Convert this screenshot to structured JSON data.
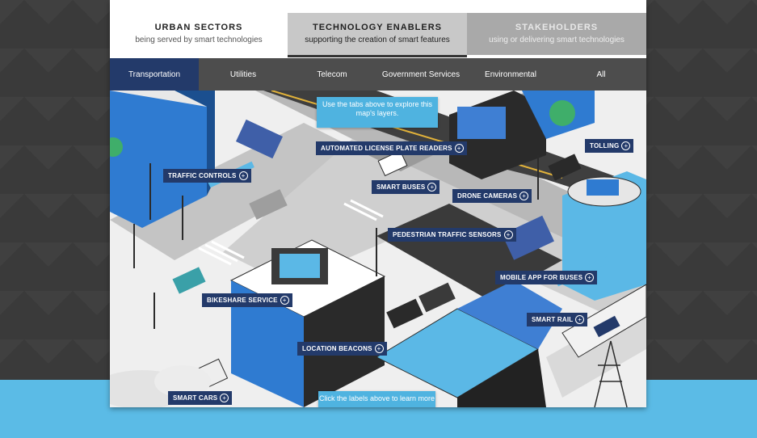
{
  "top_tabs": [
    {
      "title": "URBAN SECTORS",
      "subtitle": "being served by smart technologies"
    },
    {
      "title": "TECHNOLOGY ENABLERS",
      "subtitle": "supporting the creation of smart features"
    },
    {
      "title": "STAKEHOLDERS",
      "subtitle": "using or delivering smart technologies"
    }
  ],
  "nav_tabs": [
    {
      "label": "Transportation"
    },
    {
      "label": "Utilities"
    },
    {
      "label": "Telecom"
    },
    {
      "label": "Government Services"
    },
    {
      "label": "Environmental"
    },
    {
      "label": "All"
    }
  ],
  "active_nav": "Transportation",
  "tips": {
    "top": "Use the tabs above to explore this map's layers.",
    "bottom": "Click the labels above to learn more"
  },
  "labels": {
    "alpr": "AUTOMATED LICENSE PLATE READERS",
    "tolling": "TOLLING",
    "traffic_controls": "TRAFFIC CONTROLS",
    "smart_buses": "SMART BUSES",
    "drone_cameras": "DRONE CAMERAS",
    "ped_sensors": "PEDESTRIAN TRAFFIC SENSORS",
    "mobile_app": "MOBILE APP FOR BUSES",
    "bikeshare": "BIKESHARE SERVICE",
    "smart_rail": "SMART RAIL",
    "location_beacons": "LOCATION BEACONS",
    "smart_cars": "SMART CARS"
  },
  "colors": {
    "active_tab": "#233a6a",
    "label_bg": "#233a6a",
    "tip_bg": "#4fb3e0",
    "building_blue": "#2f7bd1",
    "page_bottom": "#5bbbe6"
  },
  "icons": {
    "label_plus": "plus-circle-icon"
  }
}
